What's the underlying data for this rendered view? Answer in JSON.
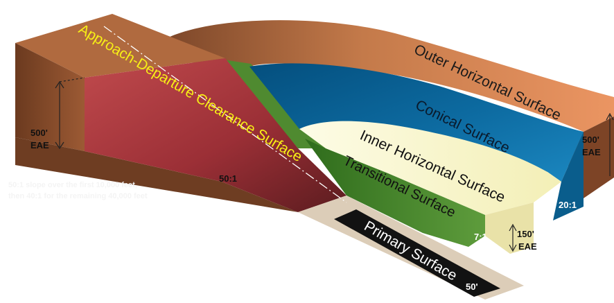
{
  "surfaces": {
    "approach_departure": "Approach-Departure Clearance  Surface",
    "outer_horizontal": "Outer Horizontal Surface",
    "conical": "Conical Surface",
    "inner_horizontal": "Inner Horizontal Surface",
    "transitional": "Transitional Surface",
    "primary": "Primary Surface"
  },
  "slopes": {
    "approach": "50:1",
    "conical": "20:1",
    "transitional": "7:1"
  },
  "heights": {
    "left_value": "500'",
    "left_unit": "EAE",
    "right_value": "500'",
    "right_unit": "EAE",
    "inner_value": "150'",
    "inner_unit": "EAE"
  },
  "primary_width": "50'",
  "faint_note": {
    "line1": "50:1 slope over the first 10,000 feet,",
    "line2": "then 40:1 for the remaining 40,000 feet"
  },
  "colors": {
    "outer_horizontal": "#d98552",
    "approach": "#a5373c",
    "conical": "#0f6da0",
    "inner_horizontal": "#fbf9d0",
    "transitional": "#4f8f32",
    "primary": "#121212",
    "primary_apron": "#dccdb8",
    "label_yellow": "#f7ef16"
  }
}
